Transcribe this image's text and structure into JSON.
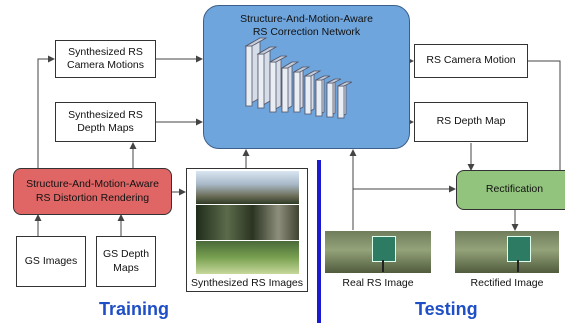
{
  "network": {
    "title": "Structure-And-Motion-Aware\nRS Correction Network"
  },
  "training": {
    "synth_motion": "Synthesized RS\nCamera Motions",
    "synth_depth": "Synthesized RS\nDepth Maps",
    "renderer": "Structure-And-Motion-Aware\nRS Distortion Rendering",
    "gs_images": "GS Images",
    "gs_depth": "GS Depth\nMaps",
    "synth_images_caption": "Synthesized RS Images",
    "label": "Training"
  },
  "testing": {
    "camera_motion": "RS Camera Motion",
    "depth_map": "RS Depth Map",
    "rectification": "Rectification",
    "real_caption": "Real RS Image",
    "rectified_caption": "Rectified Image",
    "label": "Testing"
  },
  "colors": {
    "network": "#6fa5dd",
    "renderer": "#e06666",
    "rectification": "#93c47d",
    "labels": "#1f4fc6",
    "divider": "#1a1ad0"
  }
}
